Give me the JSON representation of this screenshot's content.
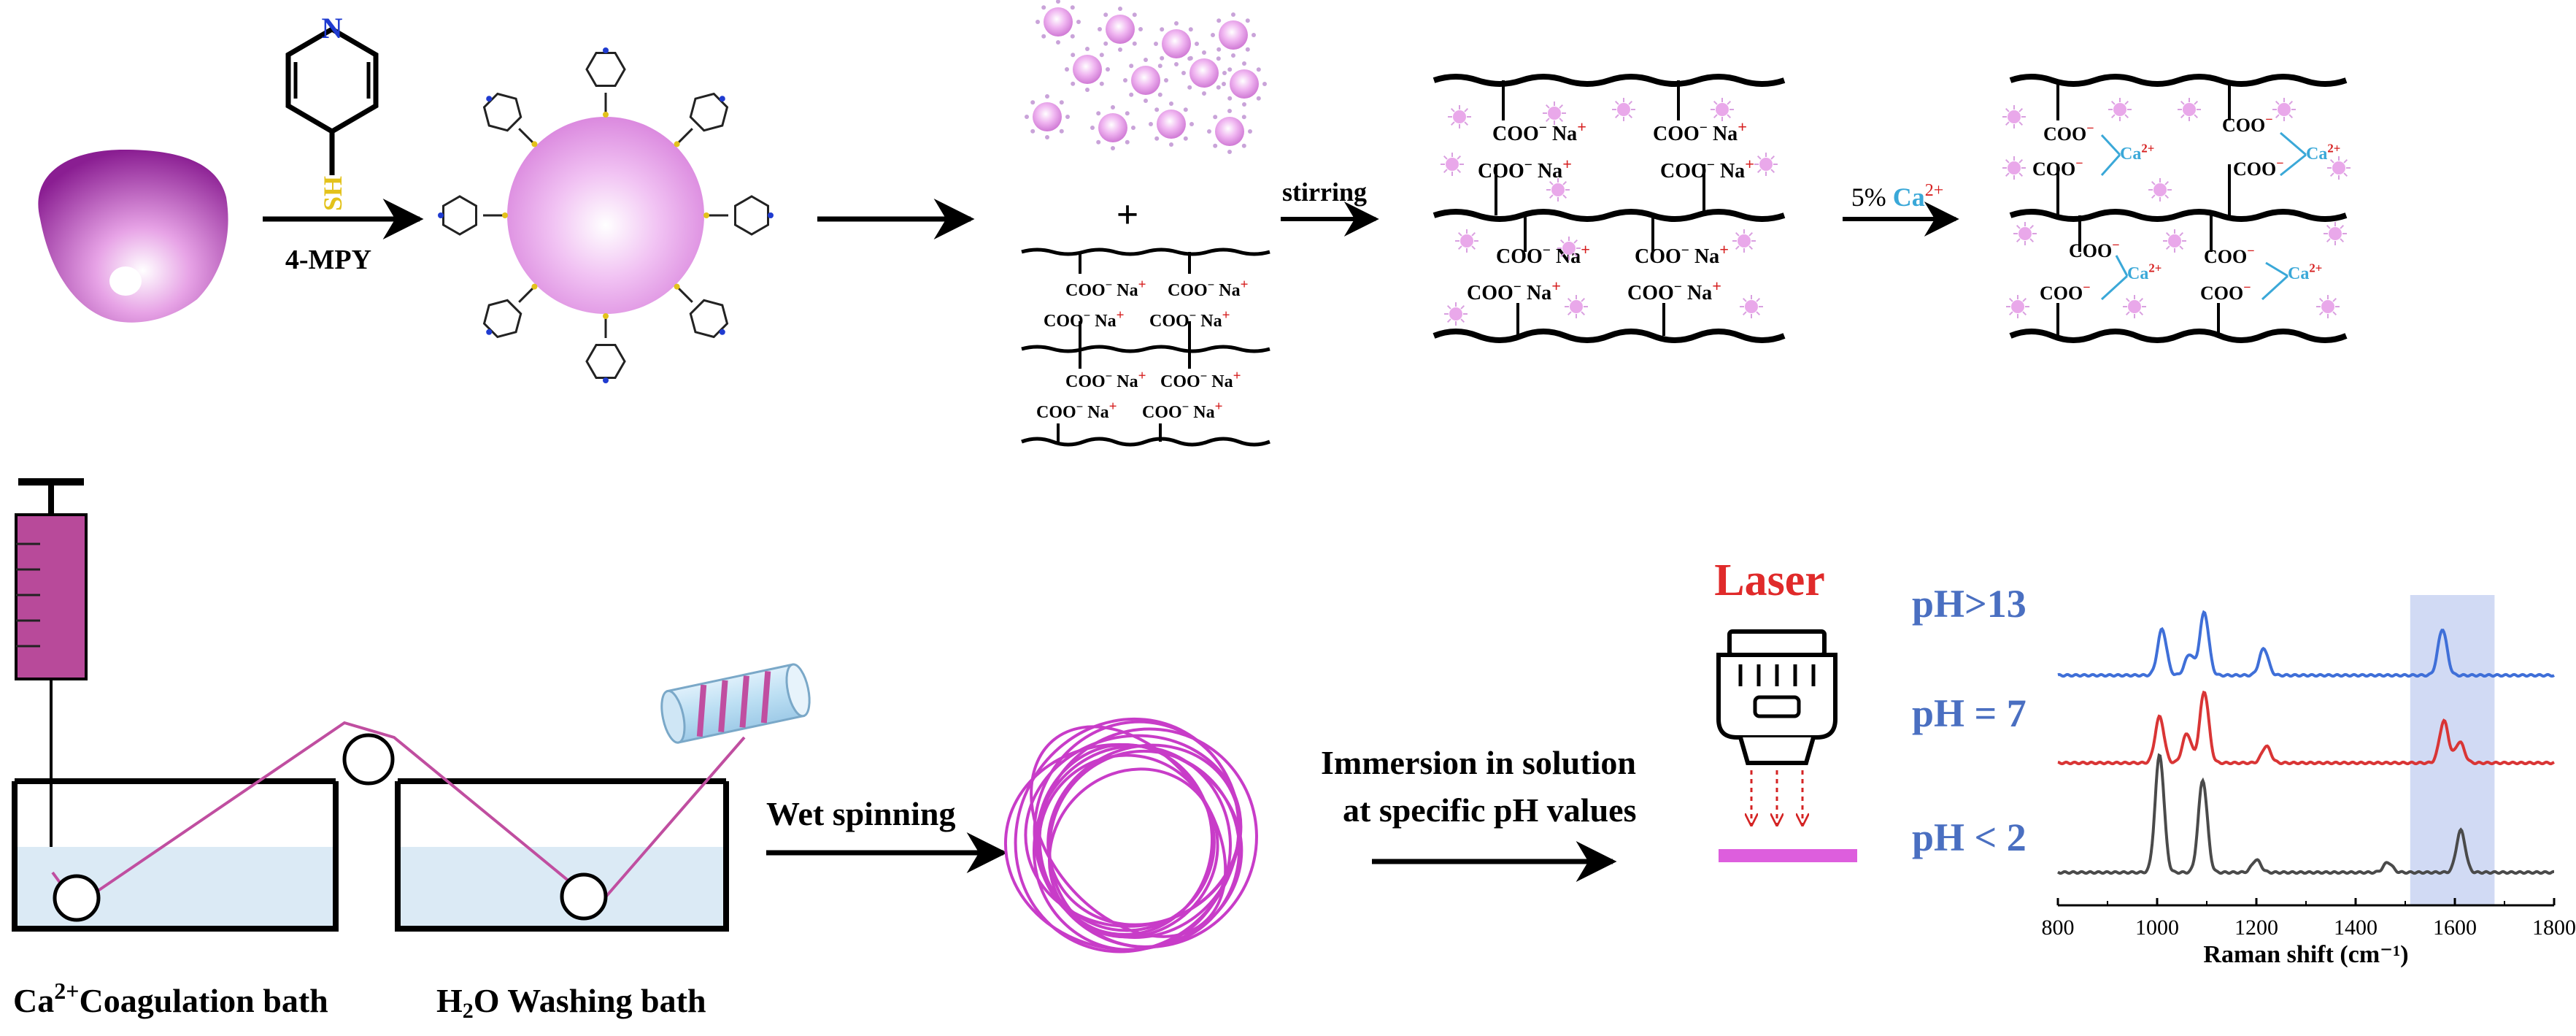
{
  "reagent": {
    "label": "4-MPY",
    "sh": "SH",
    "n": "N"
  },
  "step_labels": {
    "plus": "+",
    "stirring": "stirring",
    "calcium_prefix": "5% ",
    "calcium_ion": "Ca",
    "calcium_charge": "2+"
  },
  "chem": {
    "coo": "COO",
    "na": "Na",
    "ca": "Ca",
    "minus": "−",
    "plus": "+",
    "two_plus": "2+"
  },
  "bottom": {
    "coag_bath_ca": "Ca",
    "coag_bath_sup": "2+",
    "coag_bath_rest": "Coagulation bath",
    "wash_bath_h": "H",
    "wash_bath_sub": "2",
    "wash_bath_rest": "O Washing bath",
    "wet_spinning": "Wet spinning",
    "immersion_line1": "Immersion in solution",
    "immersion_line2": "at specific pH values",
    "laser": "Laser"
  },
  "chart_data": {
    "type": "line",
    "xlabel": "Raman shift (cm⁻¹)",
    "xlim": [
      800,
      1800
    ],
    "xticks": [
      "800",
      "1000",
      "1200",
      "1400",
      "1600",
      "1800"
    ],
    "highlight_band": [
      1510,
      1680
    ],
    "series": [
      {
        "name": "pH>13",
        "color": "#3f6fd8",
        "baseline": 0,
        "peaks": [
          [
            1010,
            0.55
          ],
          [
            1065,
            0.25
          ],
          [
            1095,
            0.75
          ],
          [
            1215,
            0.32
          ],
          [
            1575,
            0.55
          ]
        ]
      },
      {
        "name": "pH = 7",
        "color": "#d93535",
        "baseline": 1,
        "peaks": [
          [
            1005,
            0.55
          ],
          [
            1060,
            0.35
          ],
          [
            1095,
            0.85
          ],
          [
            1220,
            0.2
          ],
          [
            1578,
            0.5
          ],
          [
            1610,
            0.25
          ]
        ]
      },
      {
        "name": "pH < 2",
        "color": "#4a4a4a",
        "baseline": 2,
        "peaks": [
          [
            1005,
            1.4
          ],
          [
            1092,
            1.1
          ],
          [
            1200,
            0.15
          ],
          [
            1465,
            0.12
          ],
          [
            1612,
            0.5
          ]
        ]
      }
    ]
  },
  "colors": {
    "pink": "#c8469b",
    "accent_blue": "#4a6fc1",
    "laser_red": "#e02a2a",
    "ca_blue": "#3aa8d8",
    "na_red": "#d61f1f"
  }
}
